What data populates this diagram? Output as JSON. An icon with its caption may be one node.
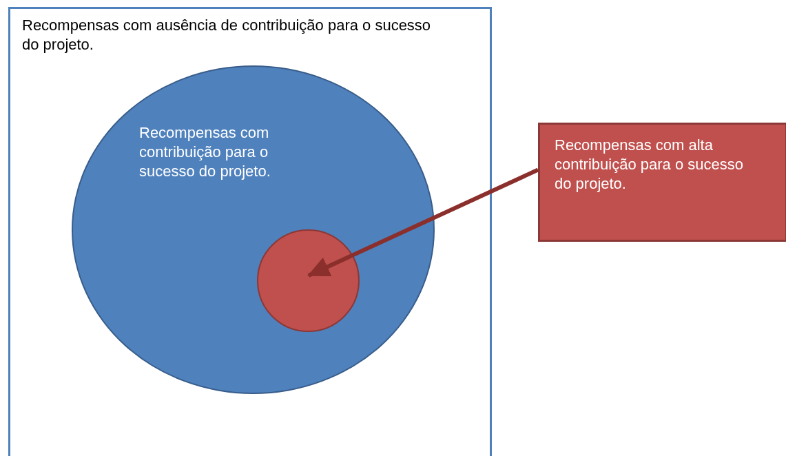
{
  "diagram": {
    "nodes": [
      {
        "text": [
          "Recompensas com ausência de contribuição para o sucesso do projeto."
        ]
      },
      {
        "text": [
          "Recompensas com contribuição para o sucesso do projeto."
        ],
        "in": 0
      },
      {
        "text": [],
        "shape": "circle",
        "in": 1
      },
      {
        "text": [
          "Recompensas com alta contribuição para o sucesso do projeto."
        ]
      }
    ],
    "edges": [
      {
        "from": 3,
        "to": 2,
        "arrow": "to",
        "color": "#8b2f2c"
      }
    ]
  }
}
